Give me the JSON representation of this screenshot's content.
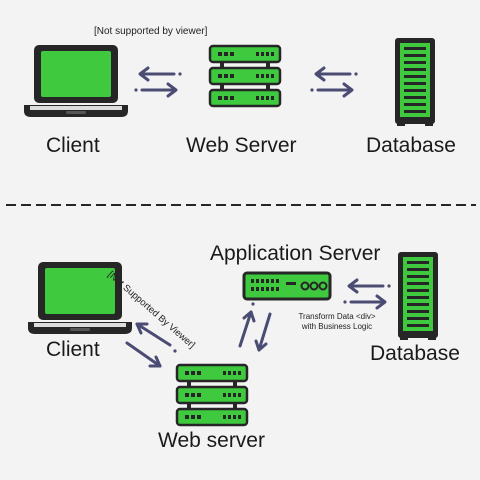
{
  "colors": {
    "accent": "#3fc93f",
    "outline": "#262626",
    "arrow": "#4b4c74",
    "background": "#f3f3f3"
  },
  "top": {
    "note": "[Not supported by viewer]",
    "client_label": "Client",
    "web_server_label": "Web Server",
    "database_label": "Database"
  },
  "bottom": {
    "note": "[Not Supported By Viewer]",
    "client_label": "Client",
    "app_server_label": "Application Server",
    "transform_note_line1": "Transform Data <div>",
    "transform_note_line2": "with Business Logic",
    "database_label": "Database",
    "web_server_label": "Web server"
  },
  "icons": {
    "laptop": "laptop-icon",
    "server_stack": "server-stack-icon",
    "database_rack": "database-rack-icon",
    "app_server": "application-server-icon",
    "arrows": "bidirectional-arrows-icon"
  }
}
